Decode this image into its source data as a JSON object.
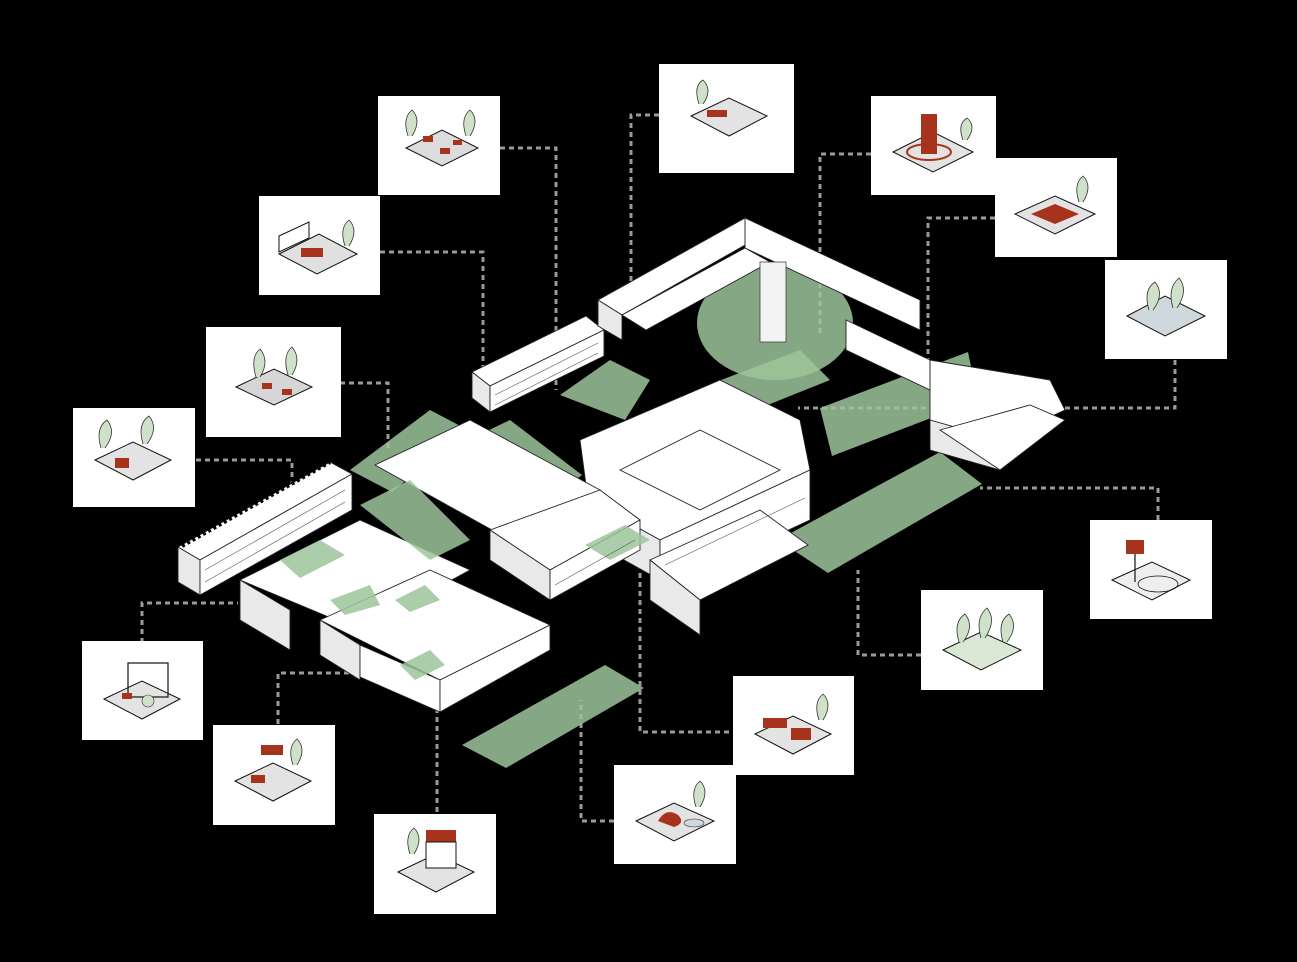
{
  "colors": {
    "background": "#000000",
    "card": "#ffffff",
    "green_space": "#9ec49a",
    "accent_red": "#a8331d",
    "leader_line": "#9a9a9a",
    "building": "#ffffff"
  },
  "cards": [
    {
      "id": "courtyard-tables",
      "icon": "picnic-tables-icon"
    },
    {
      "id": "wall-bench-garden",
      "icon": "wall-bench-icon"
    },
    {
      "id": "trees-seating",
      "icon": "tree-seating-icon"
    },
    {
      "id": "garden-benches",
      "icon": "garden-bench-icon"
    },
    {
      "id": "pergola-garden",
      "icon": "pergola-icon"
    },
    {
      "id": "steps-garden",
      "icon": "stepped-garden-icon"
    },
    {
      "id": "pavilion",
      "icon": "pavilion-icon"
    },
    {
      "id": "path-benches",
      "icon": "path-bench-icon"
    },
    {
      "id": "tower-plaza",
      "icon": "tower-plaza-icon"
    },
    {
      "id": "sports-court",
      "icon": "sports-court-icon"
    },
    {
      "id": "water-garden",
      "icon": "water-garden-icon"
    },
    {
      "id": "basketball",
      "icon": "basketball-hoop-icon"
    },
    {
      "id": "dense-planting",
      "icon": "dense-planting-icon"
    },
    {
      "id": "play-furniture",
      "icon": "play-furniture-icon"
    },
    {
      "id": "sculpture-pond",
      "icon": "sculpture-pond-icon"
    }
  ]
}
